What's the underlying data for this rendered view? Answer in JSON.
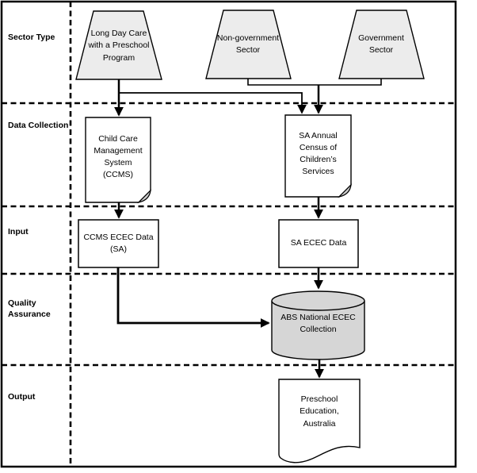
{
  "diagram": {
    "description": "Flowchart of SA preschool data flows from sector types through data collection, input and quality assurance to output"
  },
  "rows": [
    {
      "id": "sector-type",
      "label": "Sector Type"
    },
    {
      "id": "data-collection",
      "label": "Data Collection"
    },
    {
      "id": "input",
      "label": "Input"
    },
    {
      "id": "quality-assurance",
      "label": "Quality\nAssurance"
    },
    {
      "id": "output",
      "label": "Output"
    }
  ],
  "nodes": {
    "long_day_care": {
      "shape": "trapezoid",
      "label": "Long Day Care\nwith a Preschool\nProgram"
    },
    "non_government": {
      "shape": "trapezoid",
      "label": "Non-government\nSector"
    },
    "government": {
      "shape": "trapezoid",
      "label": "Government\nSector"
    },
    "ccms": {
      "shape": "document",
      "label": "Child Care\nManagement\nSystem\n(CCMS)"
    },
    "sa_census": {
      "shape": "document",
      "label": "SA Annual\nCensus of\nChildren’s\nServices"
    },
    "ccms_ecec": {
      "shape": "rectangle",
      "label": "CCMS ECEC Data\n(SA)"
    },
    "sa_ecec": {
      "shape": "rectangle",
      "label": "SA ECEC Data"
    },
    "abs_collection": {
      "shape": "cylinder",
      "label": "ABS National ECEC\nCollection"
    },
    "preschool_output": {
      "shape": "document-wavy",
      "label": "Preschool\nEducation,\nAustralia"
    }
  },
  "edges": [
    {
      "from": "long_day_care",
      "to": "ccms"
    },
    {
      "from": "long_day_care",
      "to": "sa_census"
    },
    {
      "from": "non_government",
      "to": "sa_census"
    },
    {
      "from": "government",
      "to": "sa_census"
    },
    {
      "from": "ccms",
      "to": "ccms_ecec"
    },
    {
      "from": "sa_census",
      "to": "sa_ecec"
    },
    {
      "from": "ccms_ecec",
      "to": "abs_collection"
    },
    {
      "from": "sa_ecec",
      "to": "abs_collection"
    },
    {
      "from": "abs_collection",
      "to": "preschool_output"
    }
  ],
  "colors": {
    "line": "#000000",
    "background": "#ffffff",
    "trapezoid_fill": "#ececec",
    "document_fill": "#ffffff",
    "rectangle_fill": "#ffffff",
    "cylinder_fill": "#d6d6d6",
    "fold_fill": "#cfcfcf"
  }
}
